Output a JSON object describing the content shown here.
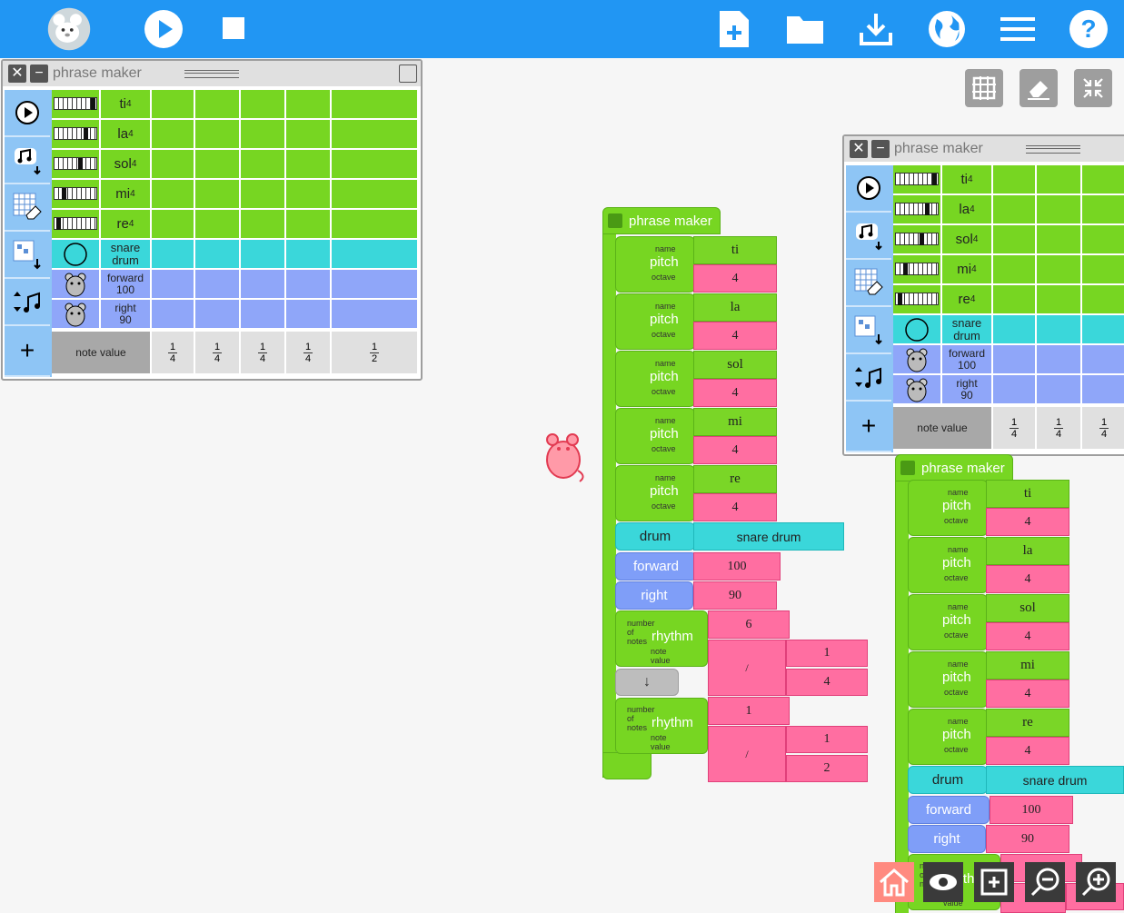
{
  "colors": {
    "toolbar": "#2196f3",
    "green": "#77d622",
    "pink": "#ff6ea1",
    "cyan": "#3ad7da",
    "blue": "#7f9ef8",
    "side": "#8ec5f5"
  },
  "toolbar": {
    "icons": [
      "mouse-logo-icon",
      "play-icon",
      "stop-icon",
      "new-file-icon",
      "open-folder-icon",
      "save-download-icon",
      "planet-icon",
      "menu-icon",
      "help-icon"
    ]
  },
  "aux_icons": [
    "grid-icon",
    "eraser-icon",
    "collapse-icon"
  ],
  "pm1": {
    "title": "phrase maker",
    "rows": [
      {
        "name": "ti",
        "sub": "4"
      },
      {
        "name": "la",
        "sub": "4"
      },
      {
        "name": "sol",
        "sub": "4"
      },
      {
        "name": "mi",
        "sub": "4"
      },
      {
        "name": "re",
        "sub": "4"
      }
    ],
    "drum": {
      "l1": "snare",
      "l2": "drum"
    },
    "turtle_rows": [
      {
        "l1": "forward",
        "l2": "100"
      },
      {
        "l1": "right",
        "l2": "90"
      }
    ],
    "note_value_label": "note value",
    "note_values": [
      {
        "num": "1",
        "den": "4"
      },
      {
        "num": "1",
        "den": "4"
      },
      {
        "num": "1",
        "den": "4"
      },
      {
        "num": "1",
        "den": "4"
      },
      {
        "num": "1",
        "den": "2"
      }
    ],
    "side_add": "+"
  },
  "pm2": {
    "title": "phrase maker",
    "rows": [
      {
        "name": "ti",
        "sub": "4"
      },
      {
        "name": "la",
        "sub": "4"
      },
      {
        "name": "sol",
        "sub": "4"
      },
      {
        "name": "mi",
        "sub": "4"
      },
      {
        "name": "re",
        "sub": "4"
      }
    ],
    "drum": {
      "l1": "snare",
      "l2": "drum"
    },
    "turtle_rows": [
      {
        "l1": "forward",
        "l2": "100"
      },
      {
        "l1": "right",
        "l2": "90"
      }
    ],
    "note_value_label": "note value",
    "note_values": [
      {
        "num": "1",
        "den": "4"
      },
      {
        "num": "1",
        "den": "4"
      },
      {
        "num": "1",
        "den": "4"
      }
    ],
    "side_add": "+"
  },
  "stack1": {
    "title": "phrase maker",
    "pitch_label": "pitch",
    "name_label": "name",
    "octave_label": "octave",
    "pitches": [
      {
        "name": "ti",
        "octave": "4"
      },
      {
        "name": "la",
        "octave": "4"
      },
      {
        "name": "sol",
        "octave": "4"
      },
      {
        "name": "mi",
        "octave": "4"
      },
      {
        "name": "re",
        "octave": "4"
      }
    ],
    "drum_label": "drum",
    "drum_value": "snare drum",
    "forward_label": "forward",
    "forward_value": "100",
    "right_label": "right",
    "right_value": "90",
    "rhythm_label": "rhythm",
    "number_of_notes_label": "number of notes",
    "note_value_label": "note value",
    "slash": "/",
    "rhythm1": {
      "count": "6",
      "num": "1",
      "den": "4"
    },
    "arrow": "↓",
    "rhythm2": {
      "count": "1",
      "num": "1",
      "den": "2"
    }
  },
  "stack2": {
    "title": "phrase maker",
    "pitch_label": "pitch",
    "name_label": "name",
    "octave_label": "octave",
    "pitches": [
      {
        "name": "ti",
        "octave": "4"
      },
      {
        "name": "la",
        "octave": "4"
      },
      {
        "name": "sol",
        "octave": "4"
      },
      {
        "name": "mi",
        "octave": "4"
      },
      {
        "name": "re",
        "octave": "4"
      }
    ],
    "drum_label": "drum",
    "drum_value": "snare drum",
    "forward_label": "forward",
    "forward_value": "100",
    "right_label": "right",
    "right_value": "90",
    "number_of_notes_label": "number of notes",
    "rhythm_label": "rhythm",
    "note_value_label": "note value",
    "rhythm_count": "6",
    "slash": "/",
    "partial_value": "1"
  },
  "bottom_icons": [
    "home-icon",
    "eye-icon",
    "fit-screen-icon",
    "zoom-out-icon",
    "zoom-in-icon"
  ]
}
